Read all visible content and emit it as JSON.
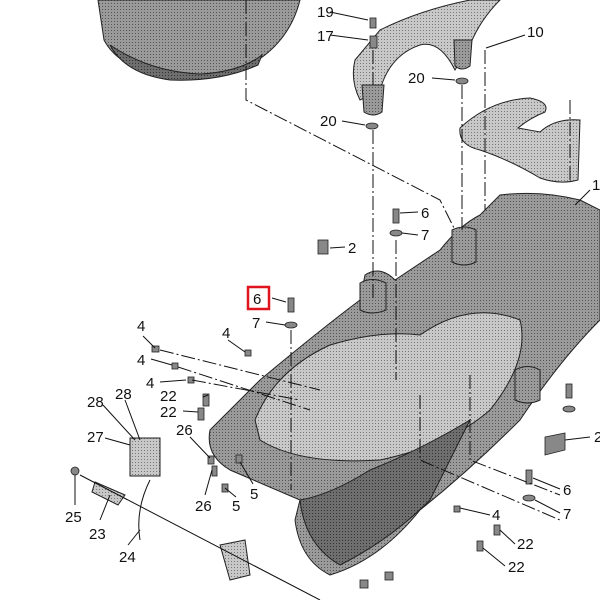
{
  "diagram": {
    "title": "Exploded parts diagram - seat storage body",
    "highlight_color": "#e0141e",
    "callouts": {
      "c19": "19",
      "c17": "17",
      "c10": "10",
      "c20a": "20",
      "c20b": "20",
      "c1": "1",
      "c6a": "6",
      "c7a": "7",
      "c2a": "2",
      "c6sel": "6",
      "c7b": "7",
      "c4a": "4",
      "c4b": "4",
      "c4c": "4",
      "c4d": "4",
      "c22a": "22",
      "c22b": "22",
      "c28a": "28",
      "c28b": "28",
      "c27": "27",
      "c26a": "26",
      "c26b": "26",
      "c5a": "5",
      "c5b": "5",
      "c25": "25",
      "c23": "23",
      "c24": "24",
      "c2b": "2",
      "c6b": "6",
      "c7c": "7",
      "c4e": "4",
      "c22c": "22",
      "c22d": "22"
    }
  }
}
